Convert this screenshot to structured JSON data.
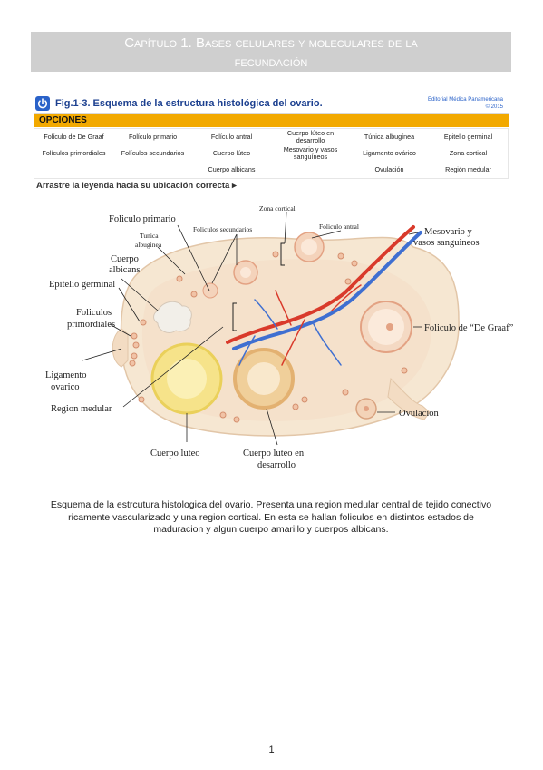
{
  "chapter": {
    "line1": "Capítulo 1. Bases celulares y moleculares de la",
    "line2": "fecundación"
  },
  "figure": {
    "title": "Fig.1-3. Esquema de la estructura histológica del ovario.",
    "publisher_line1": "Editorial Médica Panamericana",
    "publisher_line2": "© 2015",
    "options_header": "OPCIONES",
    "options": [
      "Folículo de De Graaf",
      "Folículo primario",
      "Folículo antral",
      "Cuerpo lúteo en desarrollo",
      "Túnica albugínea",
      "Epitelio germinal",
      "Folículos primordiales",
      "Folículos secundarios",
      "Cuerpo lúteo",
      "Mesovario y vasos sanguíneos",
      "Ligamento ovárico",
      "Zona cortical",
      "",
      "",
      "Cuerpo albicans",
      "",
      "Ovulación",
      "Región medular"
    ],
    "drag_hint": "Arrastre la leyenda hacia su ubicación correcta ▸"
  },
  "diagram": {
    "labels": {
      "foliculo_primario": "Foliculo primario",
      "tunica_1": "Tunica",
      "tunica_2": "albuginea",
      "foliculos_secundarios": "Foliculos secundarios",
      "zona_cortical": "Zona cortical",
      "foliculo_antral": "Foliculo antral",
      "mesovario_1": "Mesovario y",
      "mesovario_2": "vasos sanguineos",
      "cuerpo_albicans_1": "Cuerpo",
      "cuerpo_albicans_2": "albicans",
      "epitelio": "Epitelio germinal",
      "primordiales_1": "Foliculos",
      "primordiales_2": "primordiales",
      "de_graaf": "Foliculo de “De Graaf”",
      "ligamento_1": "Ligamento",
      "ligamento_2": "ovarico",
      "region_medular": "Region medular",
      "ovulacion": "Ovulacion",
      "cuerpo_luteo": "Cuerpo luteo",
      "cuerpo_luteo_des_1": "Cuerpo luteo en",
      "cuerpo_luteo_des_2": "desarrollo"
    }
  },
  "caption": {
    "line1": "Esquema de la estrcutura histologica del ovario. Presenta una region medular central de tejido conectivo",
    "line2": "ricamente vascularizado y una region cortical. En esta se hallan foliculos en distintos estados de",
    "line3": "maduracion y algun cuerpo amarillo y cuerpos albicans."
  },
  "page": {
    "number": "1"
  },
  "colors": {
    "banner": "#cfcfcf",
    "options_bar": "#f2a900",
    "figure_title": "#1b3f8f",
    "ovary_fill": "#f6e7d2",
    "cortex_fill": "#f3dcc3",
    "follicle": "#e9b08f",
    "corpus_luteum": "#f6e38a",
    "artery": "#d93a2b",
    "vein": "#3f6fd1"
  }
}
